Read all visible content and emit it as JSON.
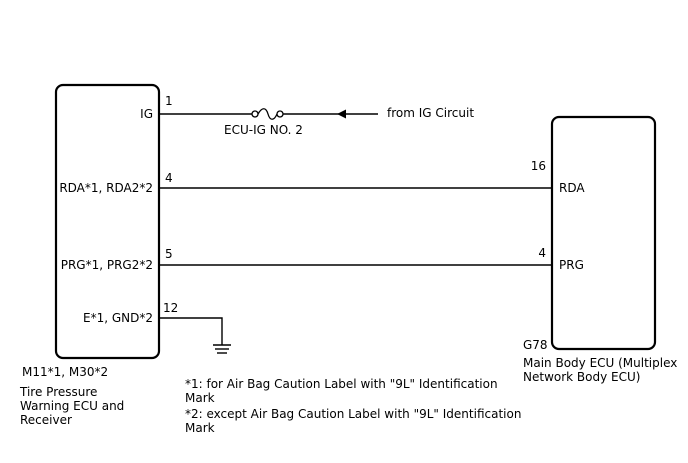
{
  "left_component": {
    "pins": [
      {
        "pin": "1",
        "name": "IG"
      },
      {
        "pin": "4",
        "name": "RDA*1, RDA2*2"
      },
      {
        "pin": "5",
        "name": "PRG*1, PRG2*2"
      },
      {
        "pin": "12",
        "name": "E*1, GND*2"
      }
    ],
    "code": "M11*1, M30*2",
    "name_lines": [
      "Tire Pressure",
      "Warning ECU and",
      "Receiver"
    ]
  },
  "right_component": {
    "pins": [
      {
        "pin": "16",
        "name": "RDA"
      },
      {
        "pin": "4",
        "name": "PRG"
      }
    ],
    "code": "G78",
    "name_lines": [
      "Main Body ECU (Multiplex",
      "Network Body ECU)"
    ]
  },
  "fuse": {
    "label": "ECU-IG NO. 2"
  },
  "source": {
    "label": "from IG Circuit"
  },
  "notes": [
    {
      "lines": [
        "*1: for Air Bag Caution Label with \"9L\" Identification",
        "Mark"
      ]
    },
    {
      "lines": [
        "*2: except Air Bag Caution Label with \"9L\" Identification",
        "Mark"
      ]
    }
  ],
  "icons": {
    "fuse": "fuse-icon",
    "ground": "ground-icon",
    "arrow": "arrow-left-icon"
  }
}
